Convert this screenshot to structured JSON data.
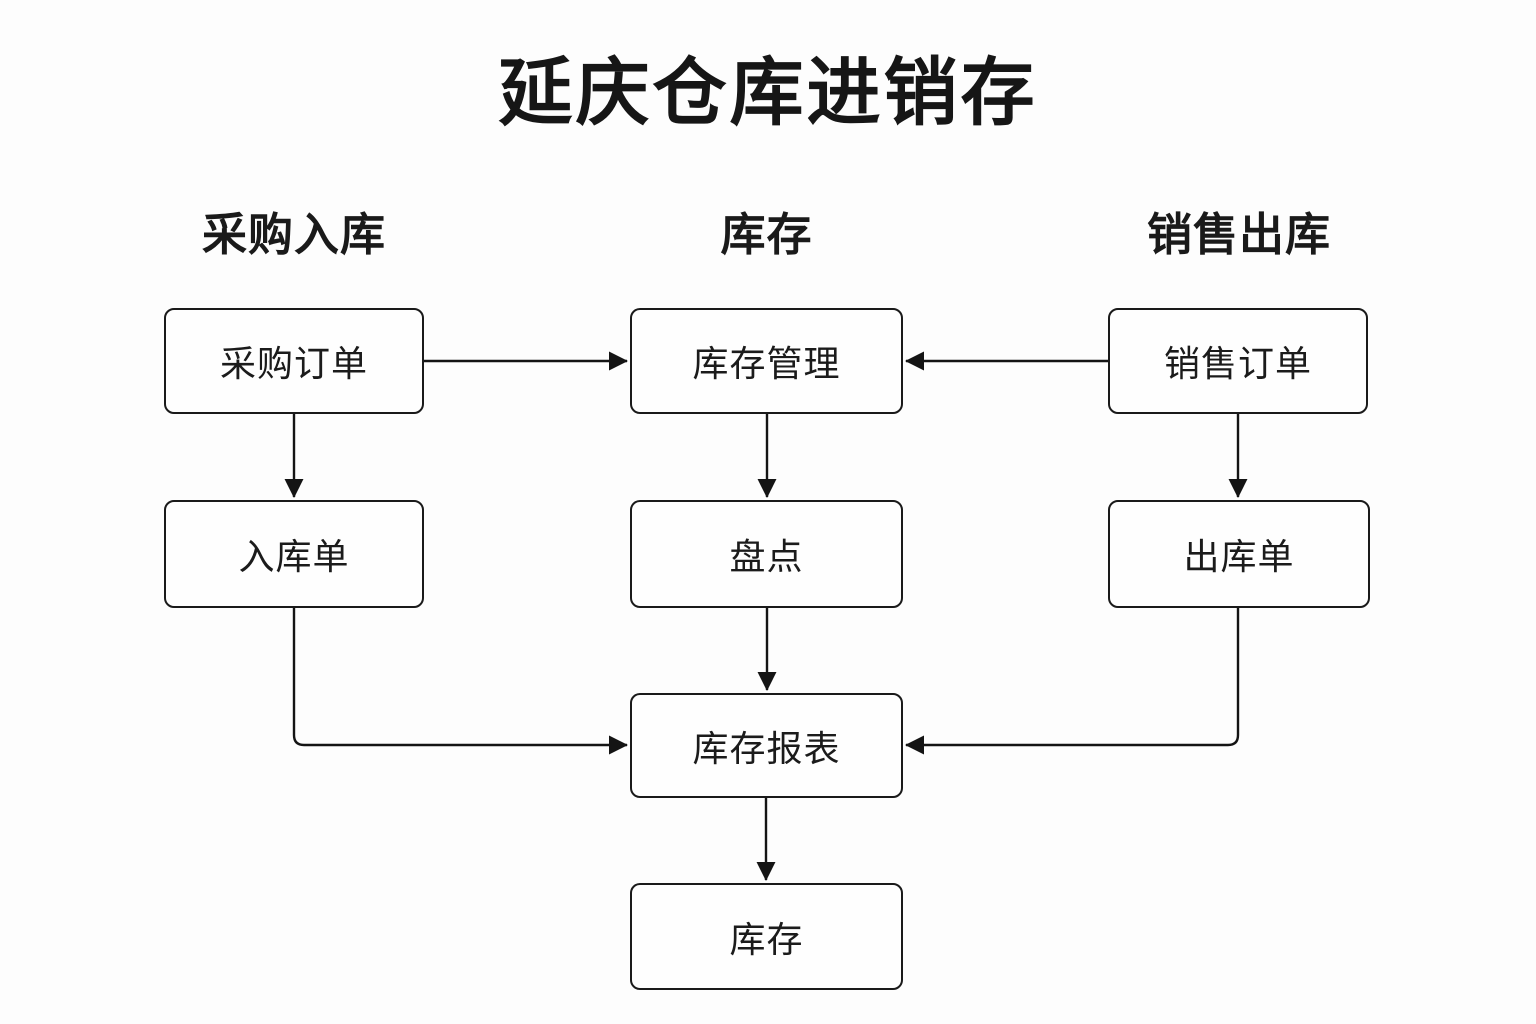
{
  "title": "延庆仓库进销存",
  "columns": [
    {
      "id": "purchase-inbound",
      "label": "采购入库"
    },
    {
      "id": "inventory",
      "label": "库存"
    },
    {
      "id": "sales-outbound",
      "label": "销售出库"
    }
  ],
  "nodes": [
    {
      "id": "purchase-order",
      "label": "采购订单"
    },
    {
      "id": "inventory-management",
      "label": "库存管理"
    },
    {
      "id": "sales-order",
      "label": "销售订单"
    },
    {
      "id": "inbound-receipt",
      "label": "入库单"
    },
    {
      "id": "stocktake",
      "label": "盘点"
    },
    {
      "id": "outbound-receipt",
      "label": "出库单"
    },
    {
      "id": "inventory-report",
      "label": "库存报表"
    },
    {
      "id": "inventory-final",
      "label": "库存"
    }
  ],
  "edges": [
    {
      "from": "采购订单",
      "to": "库存管理"
    },
    {
      "from": "销售订单",
      "to": "库存管理"
    },
    {
      "from": "采购订单",
      "to": "入库单"
    },
    {
      "from": "库存管理",
      "to": "盘点"
    },
    {
      "from": "销售订单",
      "to": "出库单"
    },
    {
      "from": "入库单",
      "to": "库存报表"
    },
    {
      "from": "盘点",
      "to": "库存报表"
    },
    {
      "from": "出库单",
      "to": "库存报表"
    },
    {
      "from": "库存报表",
      "to": "库存"
    }
  ],
  "colors": {
    "background": "#fdfdfd",
    "node_fill": "#fefefe",
    "stroke": "#141414",
    "text": "#1a1a1a"
  }
}
